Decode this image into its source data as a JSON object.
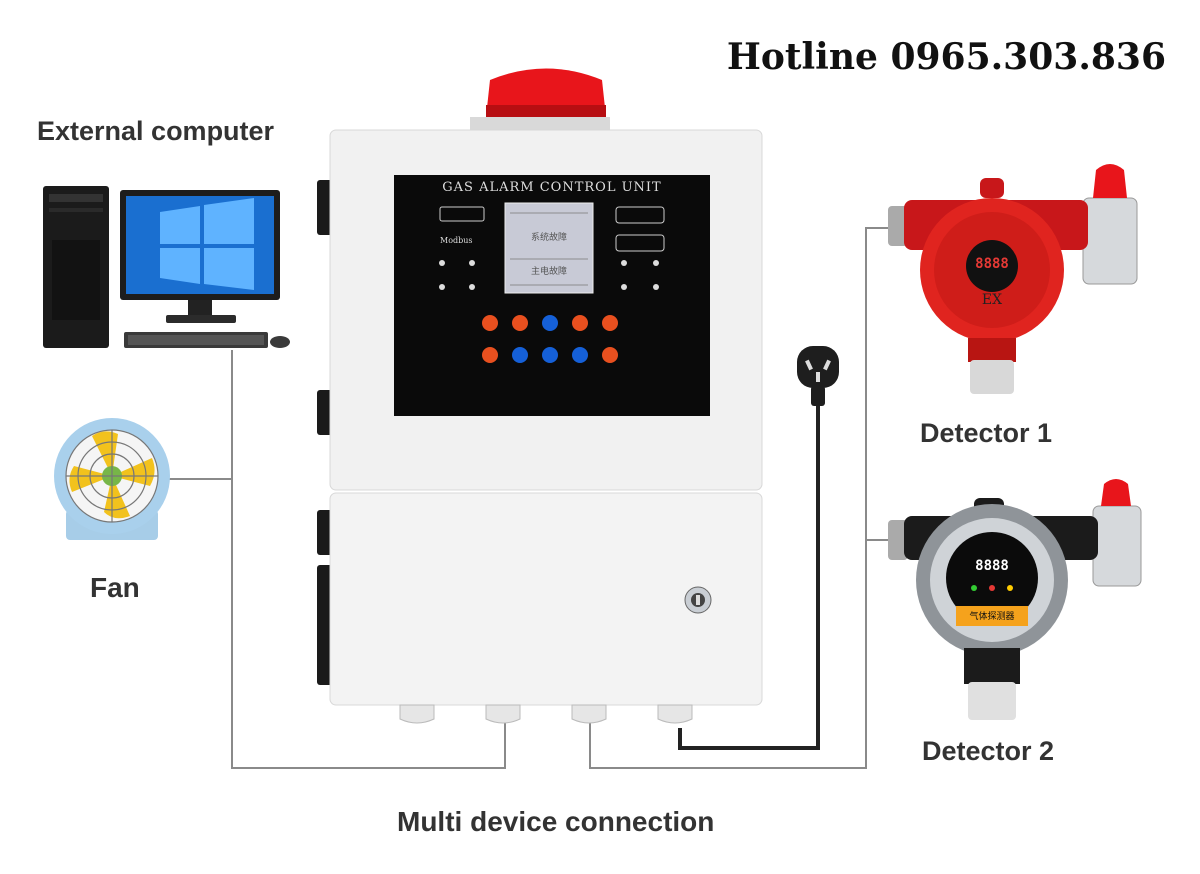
{
  "hotline": "Hotline 0965.303.836",
  "labels": {
    "external_computer": "External computer",
    "fan": "Fan",
    "detector_1": "Detector 1",
    "detector_2": "Detector 2",
    "multi_device": "Multi device connection"
  },
  "panel": {
    "title": "GAS ALARM CONTROL UNIT",
    "screen_line1": "系统故障",
    "screen_line2": "主电故障",
    "modbus": "Modbus",
    "detector1_display": "8888",
    "detector1_marking": "EX",
    "detector2_display": "8888",
    "detector2_tag": "气体探测器"
  },
  "colors": {
    "cable": "#8a8a8a",
    "power_cable": "#222222",
    "beacon_red": "#e8151b",
    "detector_red": "#e0241f",
    "panel_black": "#0a0a0a",
    "screen": "#c8cad6",
    "button_orange": "#e8501f",
    "button_blue": "#1560d8"
  },
  "icons": [
    "desktop-computer-icon",
    "fan-icon",
    "power-plug-icon",
    "key-lock-icon",
    "alarm-beacon-icon"
  ]
}
